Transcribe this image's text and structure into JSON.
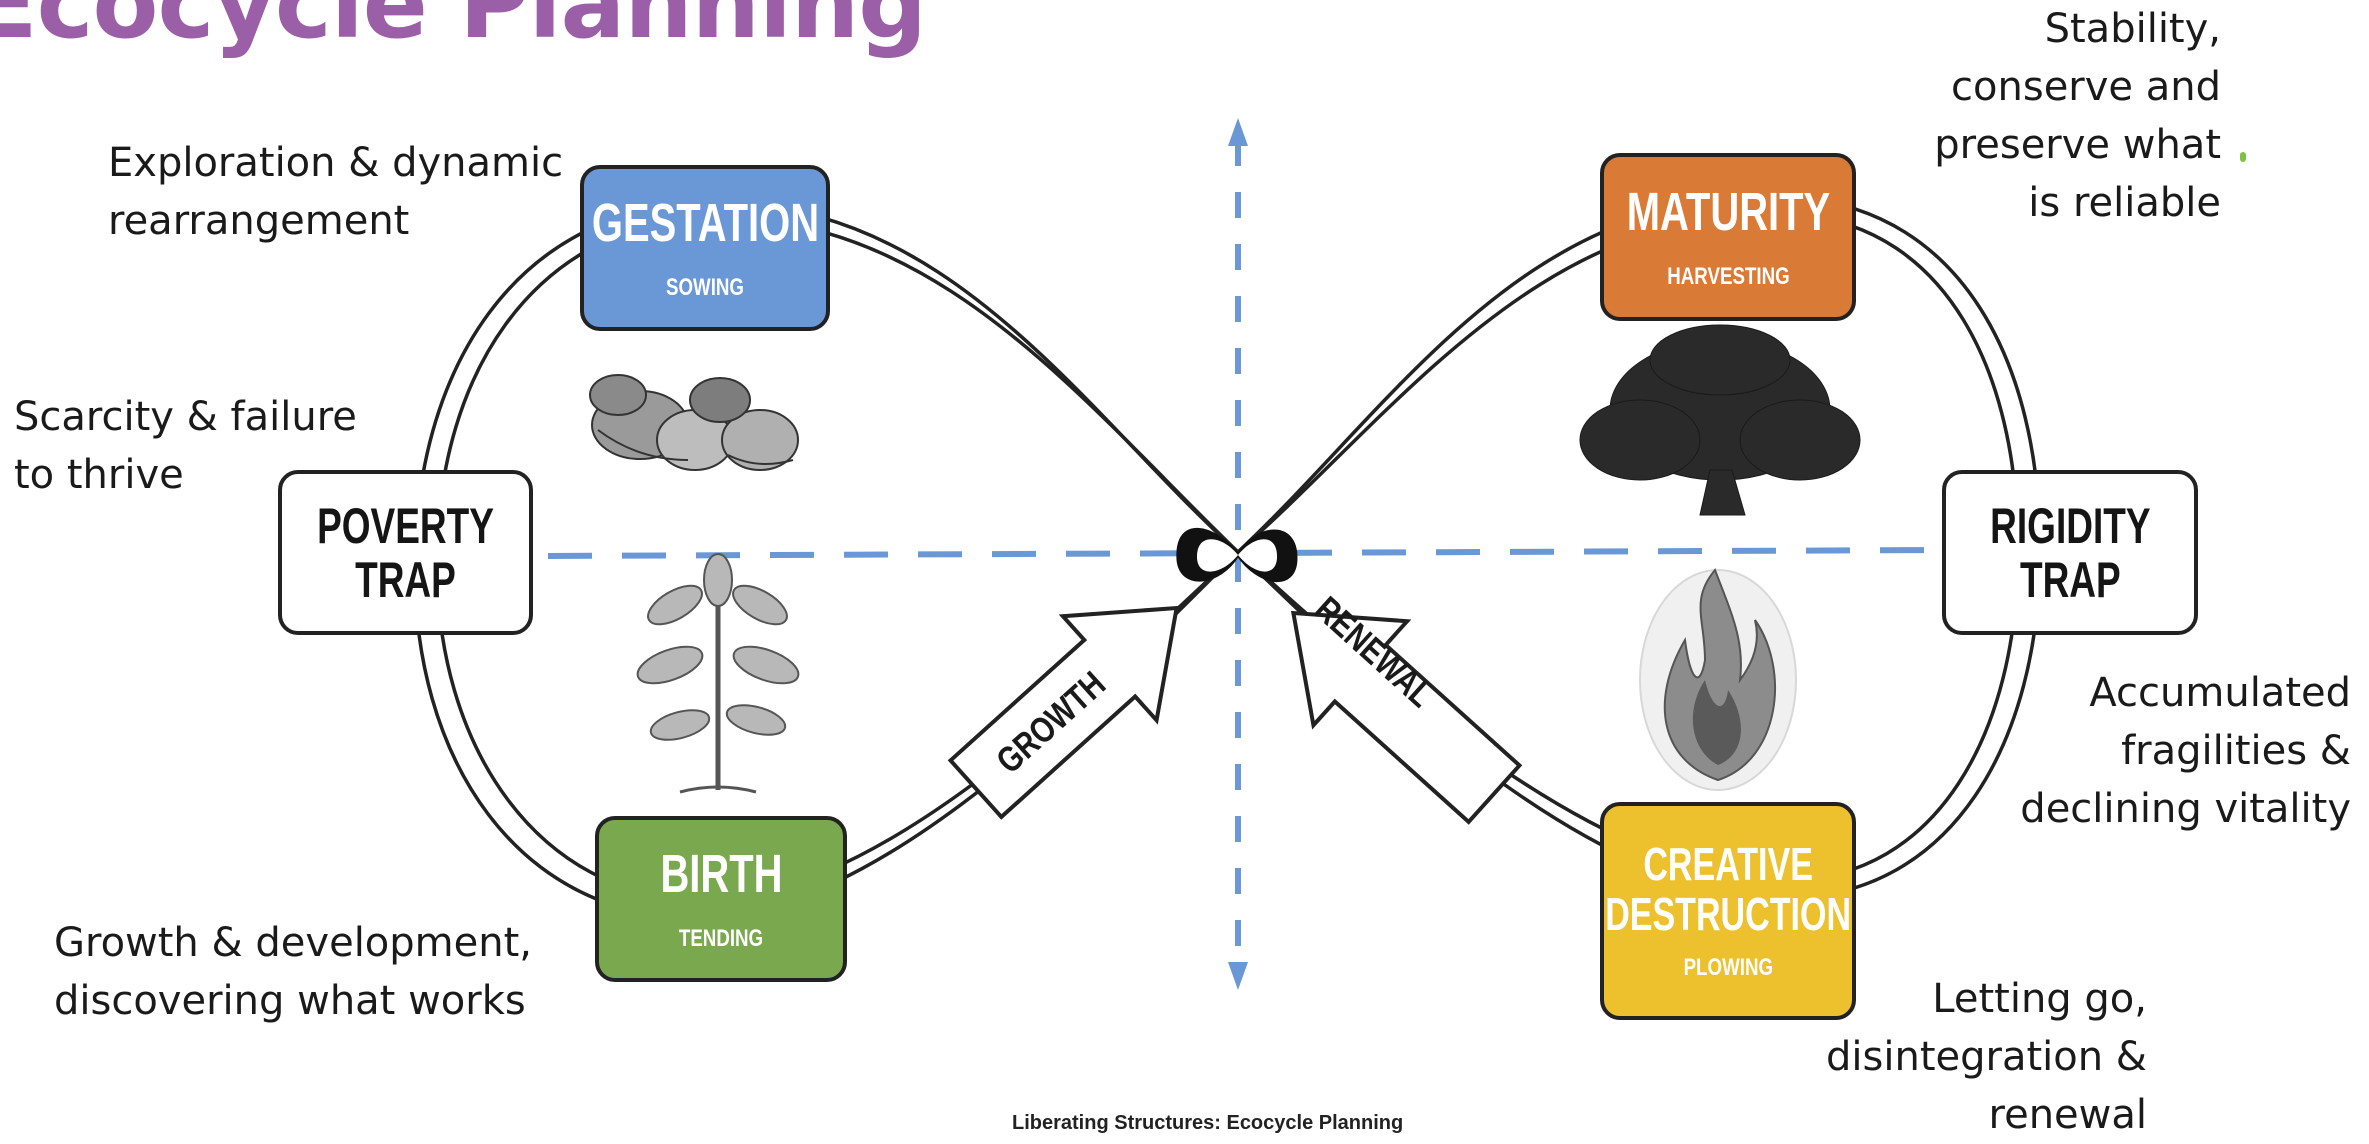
{
  "title": "Ecocycle Planning",
  "footer": "Liberating Structures: Ecocycle Planning",
  "colors": {
    "title": "#9b5fa8",
    "gestation": "#6a97d6",
    "maturity": "#d97a36",
    "birth": "#7aa84f",
    "creative_destruction": "#edc12e",
    "axis": "#6a97d6"
  },
  "phases": {
    "gestation": {
      "label": "GESTATION",
      "sub": "SOWING"
    },
    "maturity": {
      "label": "MATURITY",
      "sub": "HARVESTING"
    },
    "birth": {
      "label": "BIRTH",
      "sub": "TENDING"
    },
    "creative_destruction": {
      "label": "CREATIVE\nDESTRUCTION",
      "sub": "PLOWING"
    }
  },
  "traps": {
    "poverty": "POVERTY\nTRAP",
    "rigidity": "RIGIDITY\nTRAP"
  },
  "arrows": {
    "growth": "GROWTH",
    "renewal": "RENEWAL"
  },
  "notes": {
    "exploration": "Exploration & dynamic\nrearrangement",
    "scarcity": "Scarcity & failure\nto thrive",
    "growth_dev": "Growth & development,\ndiscovering what works",
    "stability": "Stability,\nconserve and\npreserve what\nis reliable",
    "accumulated": "Accumulated\nfragilities &\ndeclining vitality",
    "letting_go": "Letting go,\ndisintegration &\nrenewal"
  },
  "illustrations": [
    "acorns",
    "oak-sapling",
    "oak-tree",
    "flame"
  ]
}
